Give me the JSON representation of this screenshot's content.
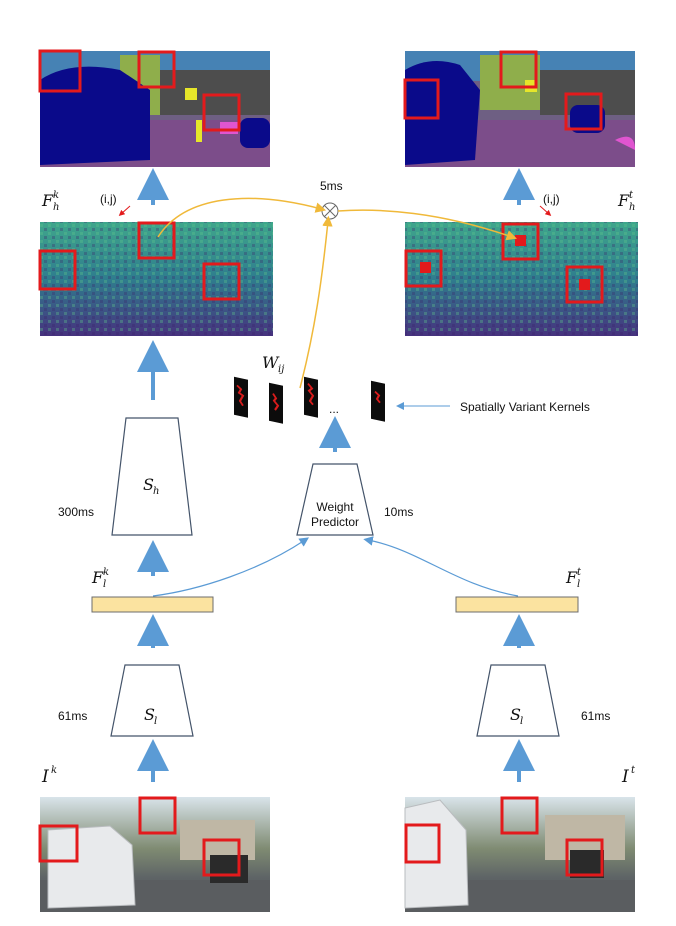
{
  "timings": {
    "fusion": "5ms",
    "high_level": "300ms",
    "weight_predictor": "10ms",
    "low_level_key": "61ms",
    "low_level_target": "61ms"
  },
  "labels": {
    "spatially_variant_kernels": "Spatially Variant Kernels",
    "weight_predictor_line1": "Weight",
    "weight_predictor_line2": "Predictor",
    "ellipsis": "...",
    "pos_key": "(i,j)",
    "pos_target": "(i,j)"
  },
  "math": {
    "Fhk_base": "F",
    "Fhk_sub": "h",
    "Fhk_sup": "k",
    "Fht_base": "F",
    "Fht_sub": "h",
    "Fht_sup": "t",
    "Flk_base": "F",
    "Flk_sub": "l",
    "Flk_sup": "k",
    "Flt_base": "F",
    "Flt_sub": "l",
    "Flt_sup": "t",
    "W_base": "W",
    "W_sub": "ij",
    "Sh_base": "S",
    "Sh_sub": "h",
    "Slk_base": "S",
    "Slk_sub": "l",
    "Slt_base": "S",
    "Slt_sub": "l",
    "Ik_base": "I",
    "Ik_sup": "k",
    "It_base": "I",
    "It_sup": "t"
  },
  "colors": {
    "arrow_blue": "#5b9bd5",
    "curve_orange": "#f0b93a",
    "highlight_red": "#e31a1c",
    "feature_bar": "#fbe3a0",
    "trapezoid_stroke": "#44546a"
  }
}
